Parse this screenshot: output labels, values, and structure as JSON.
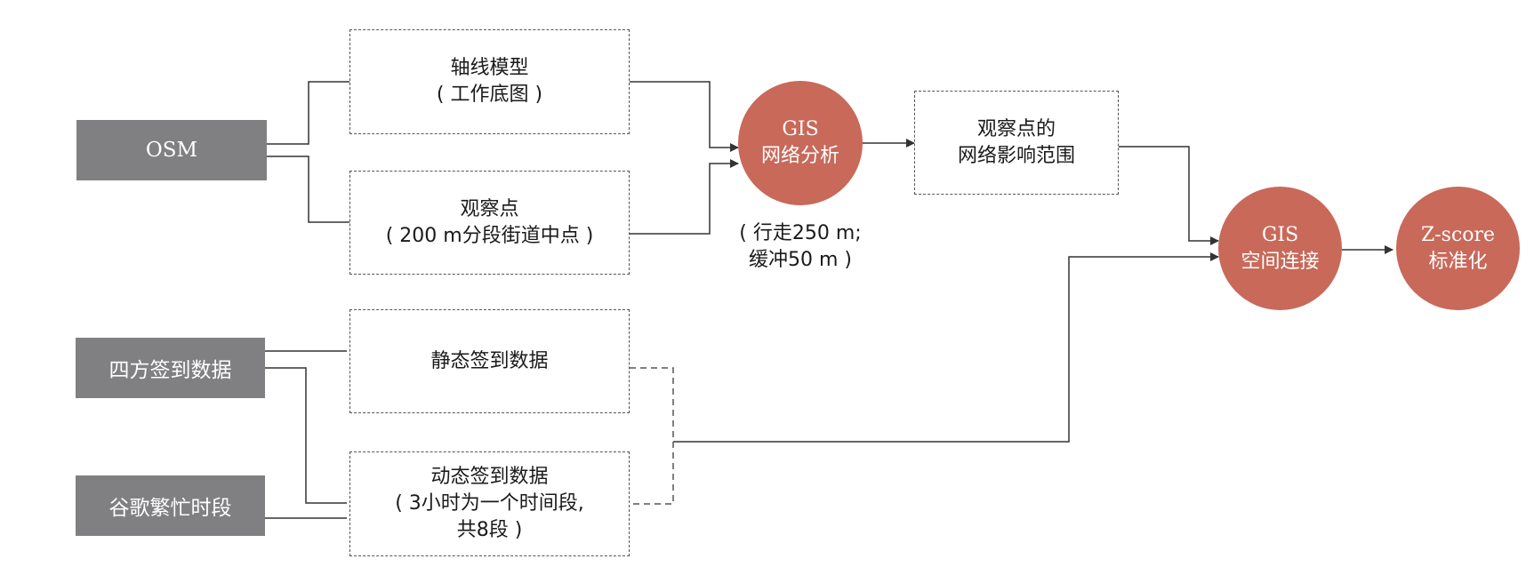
{
  "colors": {
    "source_fill": "#808083",
    "process_fill": "#c8695a",
    "line": "#333333",
    "dash": "#555555"
  },
  "sources": {
    "osm": "OSM",
    "foursquare": "四方签到数据",
    "google": "谷歌繁忙时段"
  },
  "boxes": {
    "axial_model": {
      "line1": "轴线模型",
      "line2": "( 工作底图 )"
    },
    "observation_points": {
      "line1": "观察点",
      "line2": "( 200 m分段街道中点 )"
    },
    "static_checkin": {
      "line1": "静态签到数据"
    },
    "dynamic_checkin": {
      "line1": "动态签到数据",
      "line2": "( 3小时为一个时间段,",
      "line3": "共8段 )"
    },
    "influence_range": {
      "line1": "观察点的",
      "line2": "网络影响范围"
    }
  },
  "process": {
    "network_analysis": {
      "line1": "GIS",
      "line2": "网络分析"
    },
    "spatial_join": {
      "line1": "GIS",
      "line2": "空间连接"
    },
    "zscore": {
      "line1": "Z-score",
      "line2": "标准化"
    }
  },
  "notes": {
    "network_params": {
      "line1": "( 行走250 m;",
      "line2": "缓冲50 m )"
    }
  }
}
